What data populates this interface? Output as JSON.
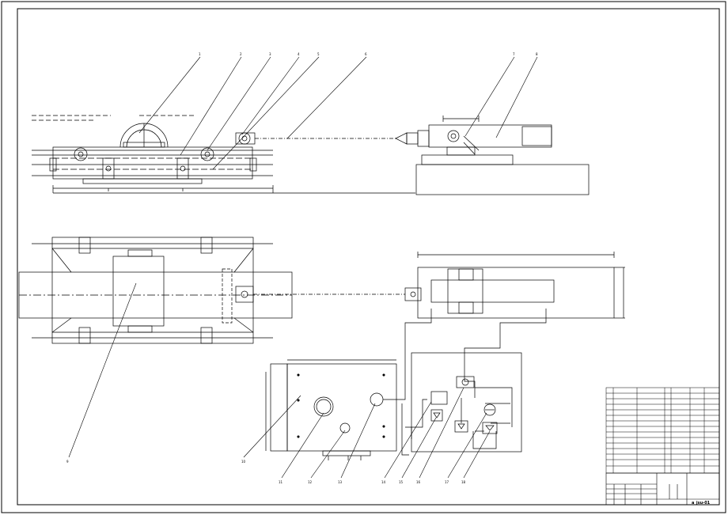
{
  "drawing": {
    "leaders": [
      {
        "n": "1"
      },
      {
        "n": "2"
      },
      {
        "n": "3"
      },
      {
        "n": "4"
      },
      {
        "n": "5"
      },
      {
        "n": "6"
      },
      {
        "n": "7"
      },
      {
        "n": "8"
      },
      {
        "n": "9"
      },
      {
        "n": "10"
      },
      {
        "n": "11"
      },
      {
        "n": "12"
      },
      {
        "n": "13"
      },
      {
        "n": "14"
      },
      {
        "n": "15"
      },
      {
        "n": "16"
      },
      {
        "n": "17"
      },
      {
        "n": "18"
      }
    ]
  },
  "title_block": {
    "drawing_no": "a_jsu-01"
  }
}
